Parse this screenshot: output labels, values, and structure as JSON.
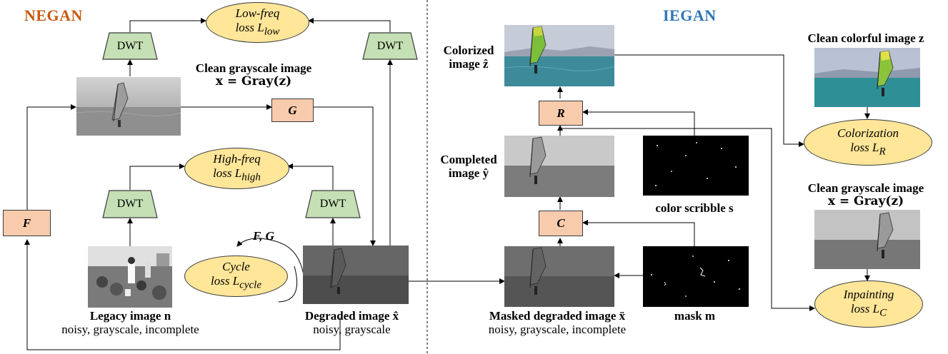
{
  "left_title": "NEGAN",
  "right_title": "IEGAN",
  "colors": {
    "negan_title": "#c55a11",
    "iegan_title": "#2e75b6",
    "loss_fill": "#ffe699",
    "net_fill": "#f8cbad",
    "dwt_fill": "#c5e0b4"
  },
  "negan": {
    "dwt_label": "DWT",
    "low_loss": {
      "line1": "Low-freq",
      "line2": "loss L",
      "sub": "low"
    },
    "high_loss": {
      "line1": "High-freq",
      "line2": "loss L",
      "sub": "high"
    },
    "cycle_loss": {
      "line1": "Cycle",
      "line2": "loss L",
      "sub": "cycle"
    },
    "cycle_arrow_label": "F, G",
    "clean_gray": {
      "line1": "Clean grayscale image",
      "line2": "x = Gray(z)"
    },
    "net_g": "G",
    "net_f": "F",
    "legacy": {
      "line1": "Legacy image n",
      "line2": "noisy, grayscale, incomplete"
    },
    "degraded": {
      "line1": "Degraded image x̂",
      "line2": "noisy, grayscale"
    }
  },
  "iegan": {
    "colorized": {
      "line1": "Colorized",
      "line2": "image ẑ"
    },
    "clean_color": {
      "line1": "Clean colorful image z"
    },
    "net_r": "R",
    "net_c": "C",
    "completed": {
      "line1": "Completed",
      "line2": "image ŷ"
    },
    "scribble": "color scribble s",
    "colorization_loss": {
      "line1": "Colorization",
      "line2": "loss L",
      "sub": "R"
    },
    "clean_gray2": {
      "line1": "Clean grayscale image",
      "line2": "x = Gray(z)"
    },
    "inpainting_loss": {
      "line1": "Inpainting",
      "line2": "loss L",
      "sub": "C"
    },
    "masked": {
      "line1": "Masked degraded image ẍ",
      "line2": "noisy, grayscale, incomplete"
    },
    "mask": "mask m"
  }
}
